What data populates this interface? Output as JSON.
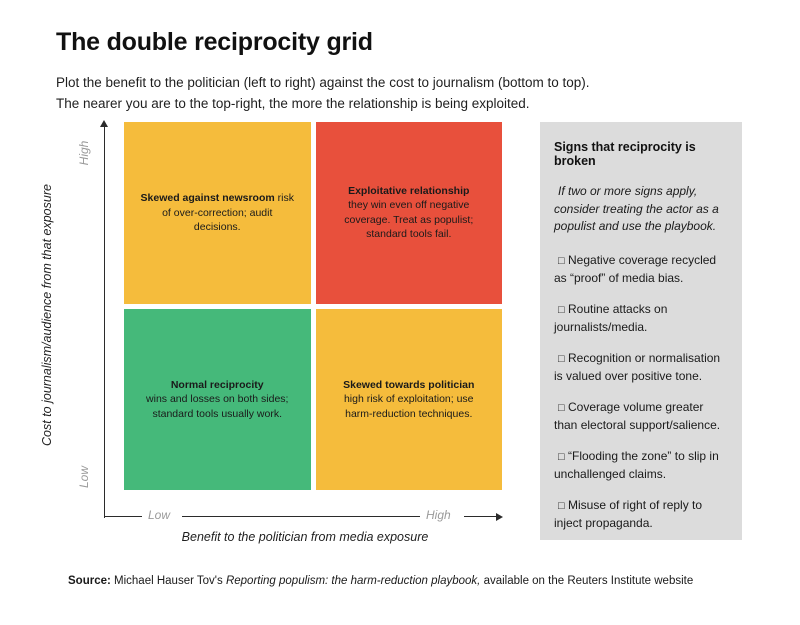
{
  "header": {
    "title": "The double reciprocity grid",
    "subtitle_line1": "Plot the benefit to the politician (left to right) against the cost to journalism (bottom to top).",
    "subtitle_line2": "The nearer you are to the top-right, the more the relationship is being exploited."
  },
  "chart_data": {
    "type": "matrix",
    "title": "The double reciprocity grid",
    "xlabel": "Benefit to the politician from media exposure",
    "ylabel": "Cost to journalism/audience from that exposure",
    "x_ticks": [
      "Low",
      "High"
    ],
    "y_ticks": [
      "Low",
      "High"
    ],
    "quadrants": [
      {
        "position": "top-left",
        "x": "Low",
        "y": "High",
        "color": "#F5BC3C",
        "heading": "Skewed against newsroom",
        "body": " risk of over-correction; audit decisions."
      },
      {
        "position": "top-right",
        "x": "High",
        "y": "High",
        "color": "#E8503C",
        "heading": "Exploitative relationship",
        "body": "they win even off negative coverage. Treat as populist; standard tools fail."
      },
      {
        "position": "bottom-left",
        "x": "Low",
        "y": "Low",
        "color": "#45B97A",
        "heading": "Normal reciprocity",
        "body": "wins and losses on both sides; standard tools usually work."
      },
      {
        "position": "bottom-right",
        "x": "High",
        "y": "Low",
        "color": "#F5BC3C",
        "heading": "Skewed towards politician",
        "body": "high risk of exploitation; use harm-reduction techniques."
      }
    ]
  },
  "signs_panel": {
    "title": "Signs that reciprocity is broken",
    "intro": "If two or more signs apply, consider treating the actor as a populist and use the playbook.",
    "checkbox_glyph": "□",
    "items": [
      "Negative coverage recycled as “proof” of media bias.",
      "Routine attacks on journalists/media.",
      "Recognition or normalisation is valued over positive tone.",
      "Coverage volume greater than electoral support/salience.",
      "“Flooding the zone” to slip in unchallenged claims.",
      "Misuse of right of reply to inject propaganda."
    ]
  },
  "footer": {
    "source_label": "Source:",
    "source_author": " Michael Hauser Tov's ",
    "source_title": "Reporting populism: the harm-reduction playbook,",
    "source_tail": " available on the Reuters Institute website"
  },
  "colors": {
    "amber": "#F5BC3C",
    "red": "#E8503C",
    "green": "#45B97A",
    "panel_bg": "#DCDCDC",
    "page_bg": "#FFFFFF"
  }
}
